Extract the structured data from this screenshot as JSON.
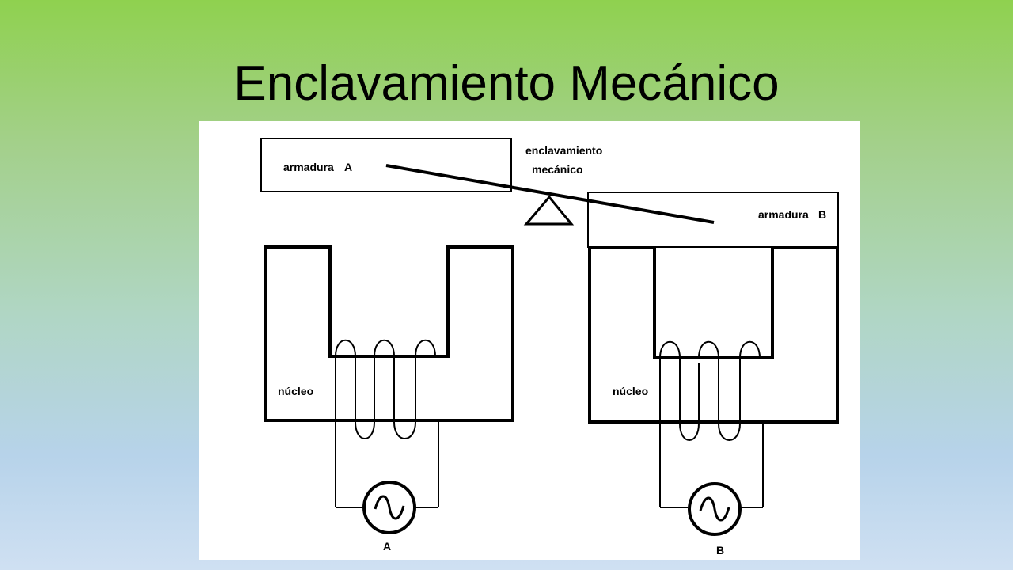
{
  "slide": {
    "title": "Enclavamiento Mecánico"
  },
  "diagram": {
    "labels": {
      "armature_a": "armadura",
      "armature_a_letter": "A",
      "armature_b": "armadura",
      "armature_b_letter": "B",
      "interlock_line1": "enclavamiento",
      "interlock_line2": "mecánico",
      "core_a": "núcleo",
      "core_b": "núcleo",
      "source_a": "A",
      "source_b": "B"
    },
    "colors": {
      "background_top": "#8fd14f",
      "background_bottom": "#cfe0f2",
      "diagram_bg": "#ffffff",
      "stroke": "#000000"
    }
  }
}
